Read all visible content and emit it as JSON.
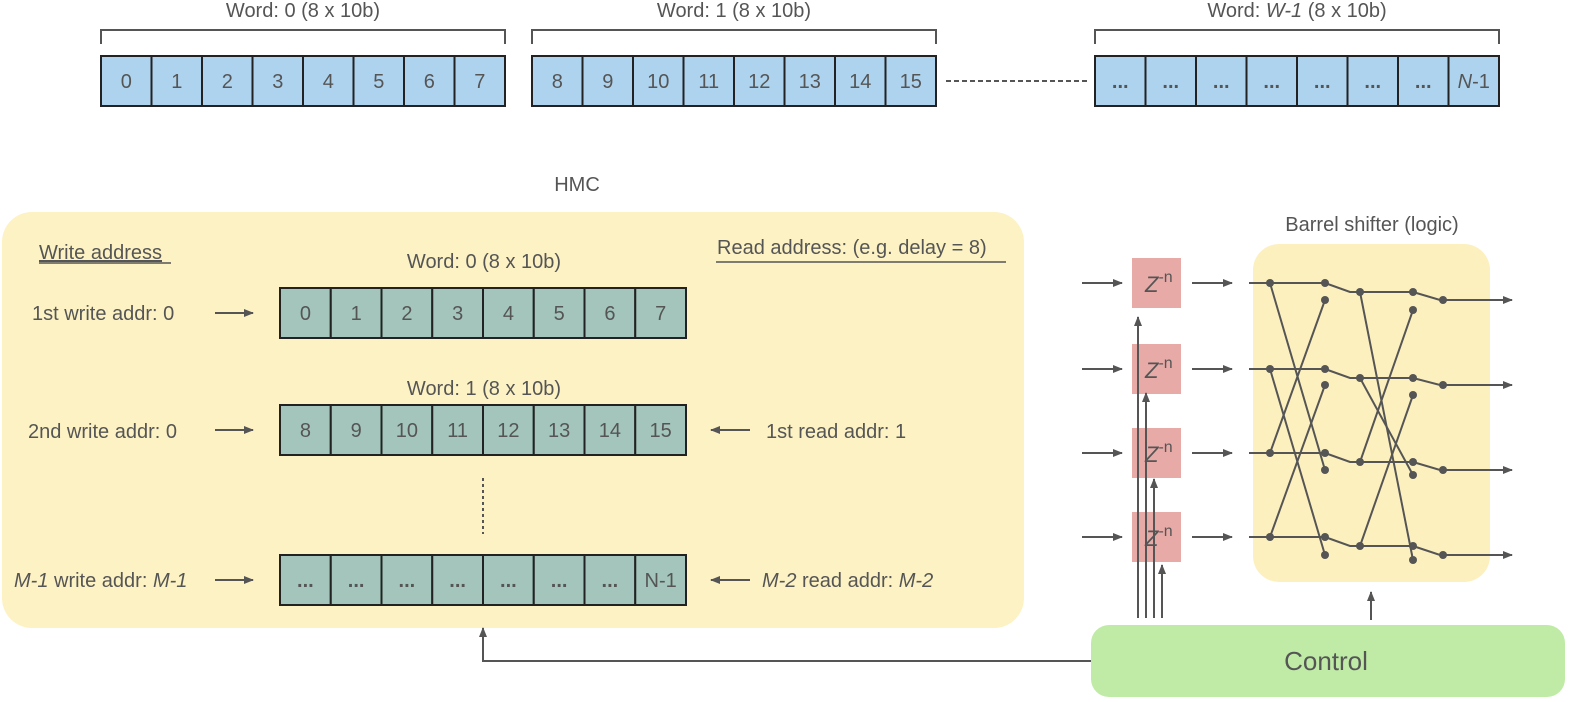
{
  "colors": {
    "cell_blue": "#aed3ee",
    "cell_green": "#a3c5bb",
    "hmc_bg": "#fdf2c4",
    "barrel_bg": "#fdf0bf",
    "delay_block": "#e8aaa7",
    "control_bg": "#bfeba6",
    "line": "#555555"
  },
  "top_words": [
    {
      "label_prefix": "Word: ",
      "label_idx": "0",
      "label_suffix": " (8 x 10b)",
      "cells": [
        "0",
        "1",
        "2",
        "3",
        "4",
        "5",
        "6",
        "7"
      ]
    },
    {
      "label_prefix": "Word: ",
      "label_idx": "1",
      "label_suffix": " (8 x 10b)",
      "cells": [
        "8",
        "9",
        "10",
        "11",
        "12",
        "13",
        "14",
        "15"
      ]
    },
    {
      "label_prefix": "Word: ",
      "label_idx": "W-1",
      "label_suffix": " (8 x 10b)",
      "cells": [
        "...",
        "...",
        "...",
        "...",
        "...",
        "...",
        "..."
      ],
      "last_cell_italic": "N",
      "last_cell_rest": "-1"
    }
  ],
  "hmc": {
    "title": "HMC",
    "write_header": "Write address",
    "read_header": "Read address: (e.g. delay = 8)",
    "word0_label": "Word: 0 (8 x 10b)",
    "word1_label": "Word: 1 (8 x 10b)",
    "word0_cells": [
      "0",
      "1",
      "2",
      "3",
      "4",
      "5",
      "6",
      "7"
    ],
    "word1_cells": [
      "8",
      "9",
      "10",
      "11",
      "12",
      "13",
      "14",
      "15"
    ],
    "last_cells": [
      "...",
      "...",
      "...",
      "...",
      "...",
      "...",
      "...",
      "N-1"
    ],
    "write1": "1st write addr: 0",
    "write2": "2nd write addr: 0",
    "write3_a": "M-1",
    "write3_b": " write addr: ",
    "write3_c": "M-1",
    "read1": "1st read addr: 1",
    "read2_a": "M-2",
    "read2_b": " read addr: ",
    "read2_c": "M-2"
  },
  "delay_label_base": "Z",
  "delay_label_exp": "-n",
  "barrel_title": "Barrel shifter (logic)",
  "control_label": "Control"
}
